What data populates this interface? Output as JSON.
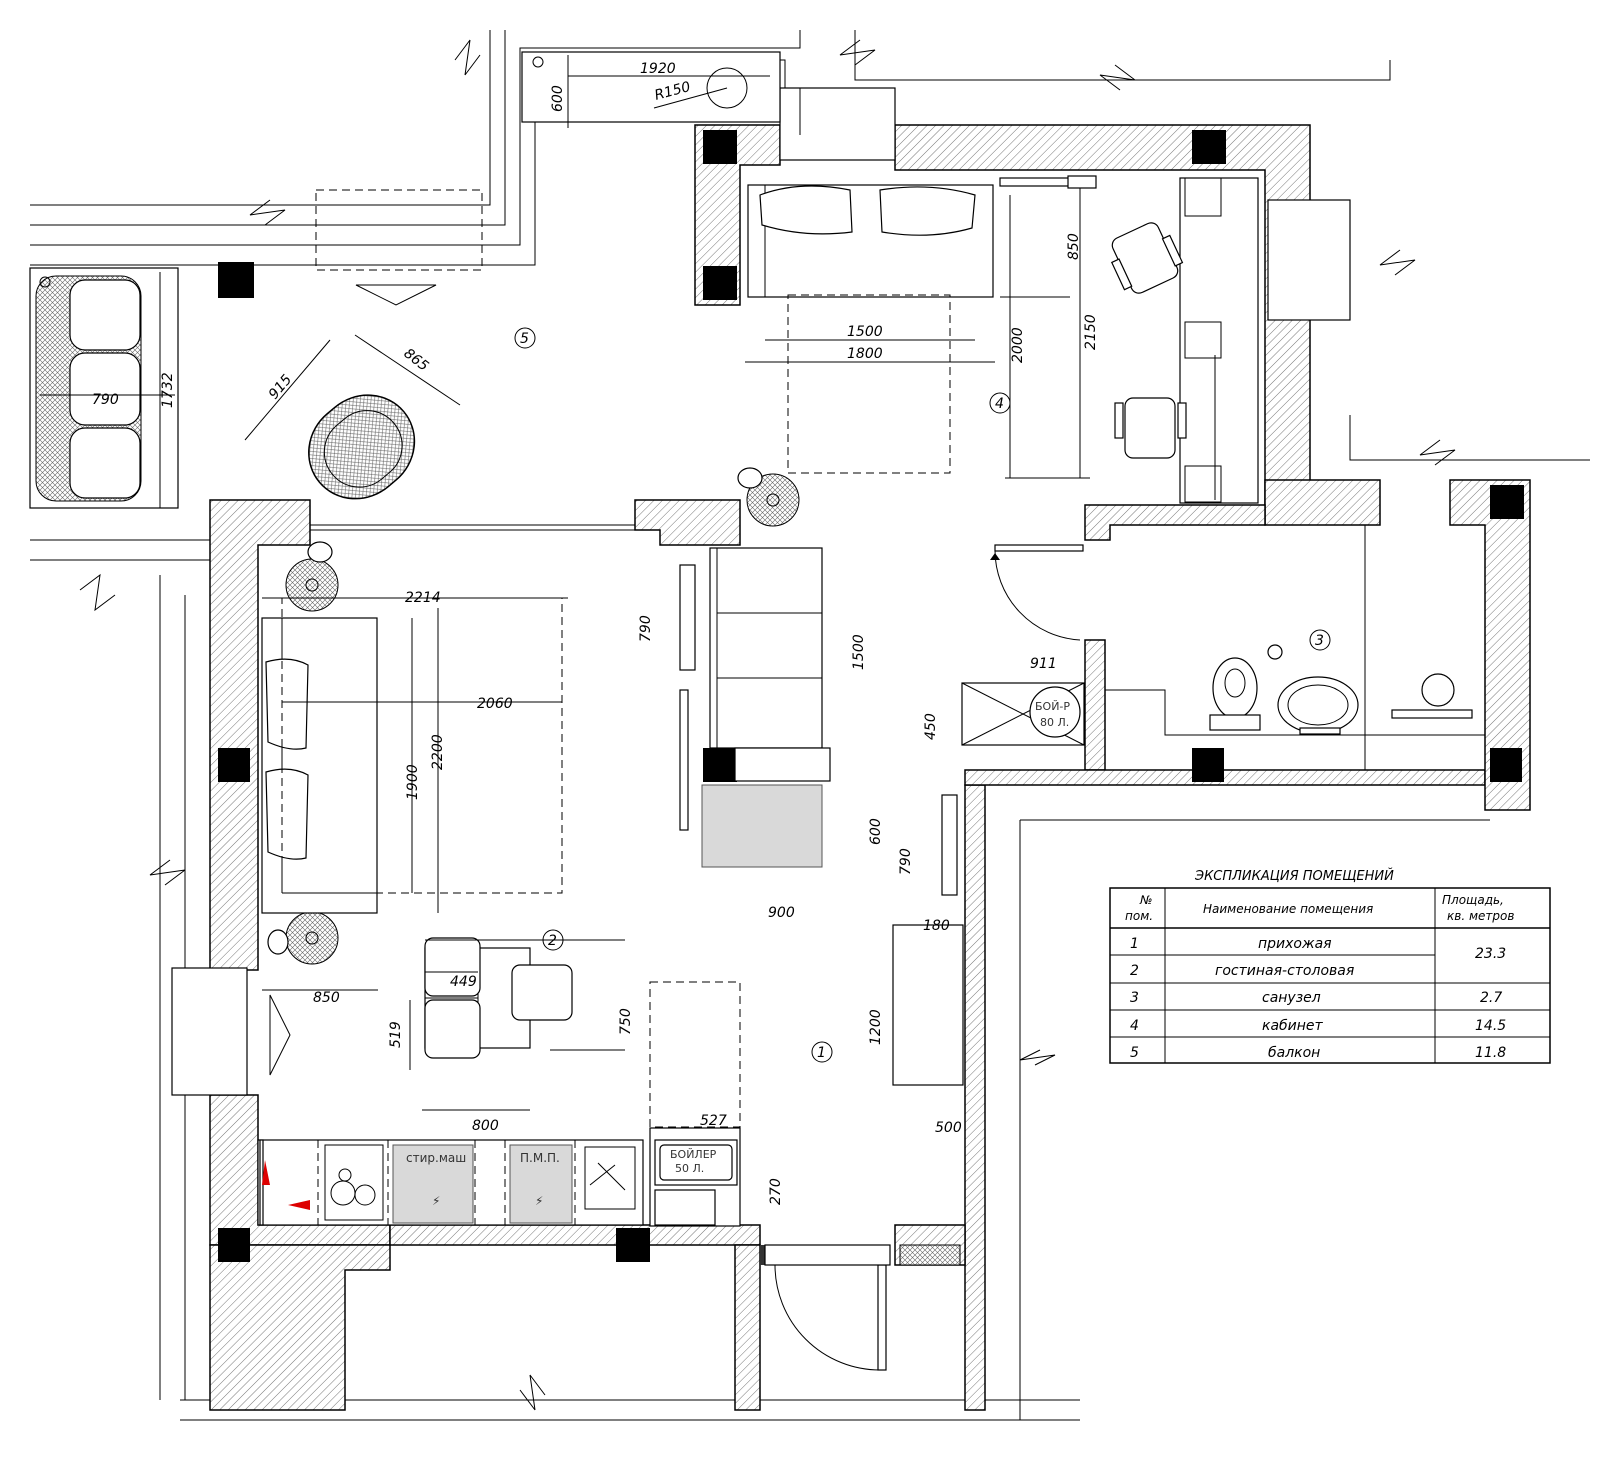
{
  "rooms": [
    {
      "number": "1",
      "name": "прихожая"
    },
    {
      "number": "2",
      "name": "гостиная-столовая"
    },
    {
      "number": "3",
      "name": "санузел"
    },
    {
      "number": "4",
      "name": "кабинет"
    },
    {
      "number": "5",
      "name": "балкон"
    }
  ],
  "explication": {
    "title": "ЭКСПЛИКАЦИЯ ПОМЕЩЕНИЙ",
    "header_no": "№",
    "header_no2": "пом.",
    "header_name": "Наименование помещения",
    "header_area": "Площадь,",
    "header_area2": "кв. метров",
    "rows": [
      {
        "no": "1",
        "name": "прихожая",
        "area": "23.3"
      },
      {
        "no": "2",
        "name": "гостиная-столовая",
        "area": ""
      },
      {
        "no": "3",
        "name": "санузел",
        "area": "2.7"
      },
      {
        "no": "4",
        "name": "кабинет",
        "area": "14.5"
      },
      {
        "no": "5",
        "name": "балкон",
        "area": "11.8"
      }
    ]
  },
  "dimensions": {
    "d1920": "1920",
    "d600top": "600",
    "r150": "R150",
    "d790balc": "790",
    "d1732": "1732",
    "d915": "915",
    "d865": "865",
    "d1500": "1500",
    "d1800": "1800",
    "d2000": "2000",
    "d2150": "2150",
    "d850top": "850",
    "d2214": "2214",
    "d2060": "2060",
    "d1900": "1900",
    "d2200": "2200",
    "d790a": "790",
    "d1500b": "1500",
    "d600b": "600",
    "d900": "900",
    "d790b": "790",
    "d911": "911",
    "d450": "450",
    "d180": "180",
    "d1200": "1200",
    "d500": "500",
    "d850": "850",
    "d449": "449",
    "d750": "750",
    "d519": "519",
    "d800": "800",
    "d527": "527",
    "d270": "270"
  },
  "appliances": {
    "washer": "стир.маш",
    "dishwasher": "П.М.П.",
    "boiler1_line1": "БОЙЛЕР",
    "boiler1_line2": "50 Л.",
    "boiler2_line1": "БОЙ-Р",
    "boiler2_line2": "80 Л."
  }
}
